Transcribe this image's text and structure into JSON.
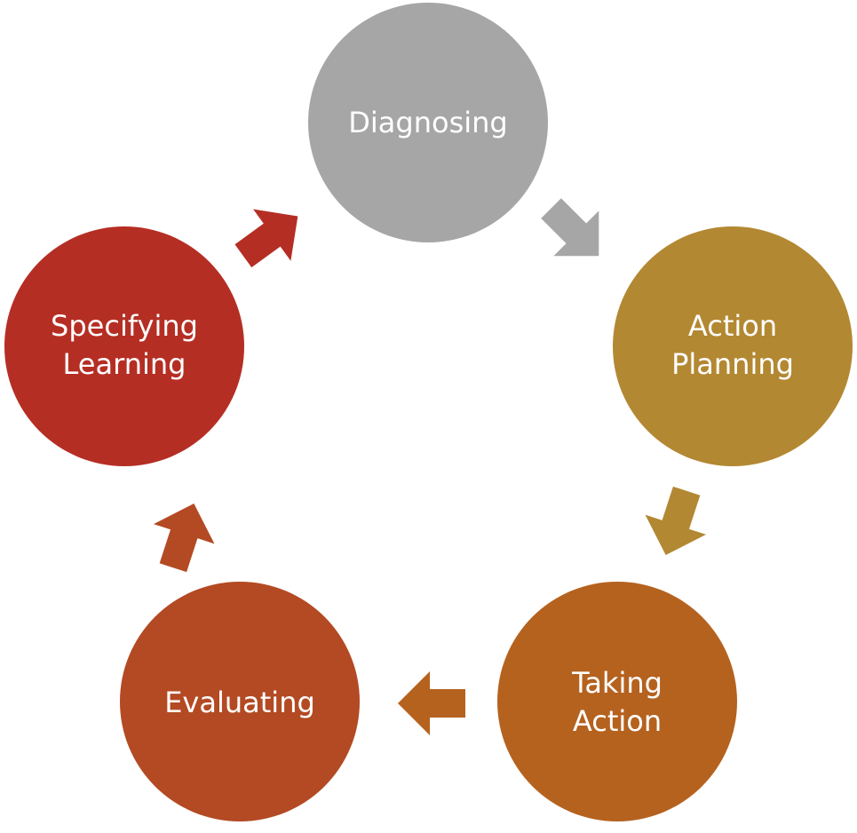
{
  "diagram": {
    "type": "cycle",
    "nodes": [
      {
        "id": "diagnosing",
        "lines": [
          "Diagnosing"
        ],
        "color": "#a6a6a6"
      },
      {
        "id": "action-planning",
        "lines": [
          "Action",
          "Planning"
        ],
        "color": "#b38832"
      },
      {
        "id": "taking-action",
        "lines": [
          "Taking",
          "Action"
        ],
        "color": "#b5621f"
      },
      {
        "id": "evaluating",
        "lines": [
          "Evaluating"
        ],
        "color": "#b34a23"
      },
      {
        "id": "specifying-learning",
        "lines": [
          "Specifying",
          "Learning"
        ],
        "color": "#b52e24"
      }
    ],
    "arrows": [
      {
        "from": "diagnosing",
        "to": "action-planning",
        "color": "#a6a6a6"
      },
      {
        "from": "action-planning",
        "to": "taking-action",
        "color": "#b38832"
      },
      {
        "from": "taking-action",
        "to": "evaluating",
        "color": "#b5621f"
      },
      {
        "from": "evaluating",
        "to": "specifying-learning",
        "color": "#b34a23"
      },
      {
        "from": "specifying-learning",
        "to": "diagnosing",
        "color": "#b52e24"
      }
    ]
  }
}
